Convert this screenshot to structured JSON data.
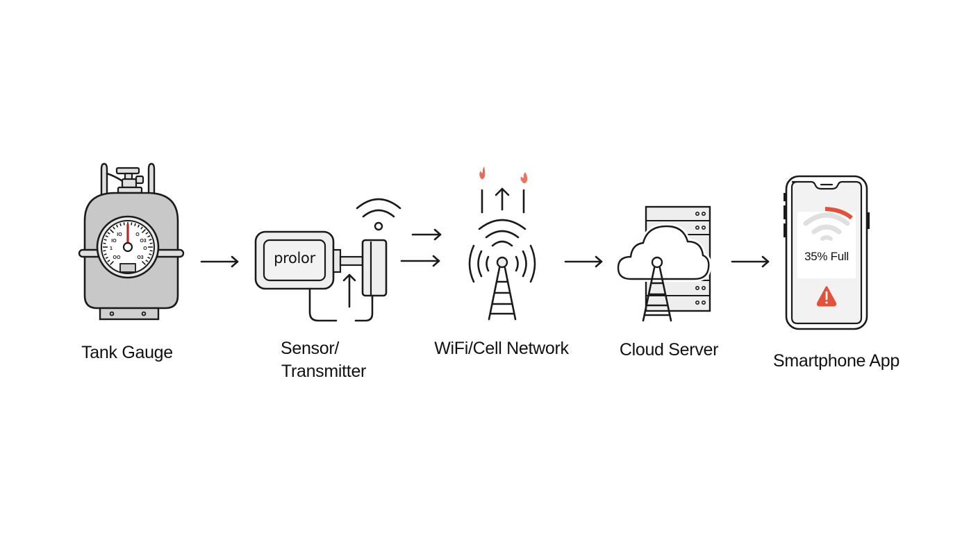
{
  "diagram": {
    "type": "flow",
    "stages": [
      {
        "id": "tank-gauge",
        "label": "Tank Gauge",
        "icon": "propane-tank-gauge-icon"
      },
      {
        "id": "sensor-transmitter",
        "label_line1": "Sensor/",
        "label_line2": "Transmitter",
        "icon": "sensor-transmitter-icon",
        "device_brand": "prolor"
      },
      {
        "id": "network",
        "label": "WiFi/Cell Network",
        "icon": "cell-tower-icon"
      },
      {
        "id": "cloud-server",
        "label": "Cloud Server",
        "icon": "cloud-server-icon"
      },
      {
        "id": "smartphone-app",
        "label": "Smartphone App",
        "icon": "smartphone-icon",
        "app_reading": "35% Full",
        "level_percent": 35,
        "alert": "warning-icon"
      }
    ],
    "connections": [
      {
        "from": "tank-gauge",
        "to": "sensor-transmitter"
      },
      {
        "from": "sensor-transmitter",
        "to": "network"
      },
      {
        "from": "network",
        "to": "cloud-server"
      },
      {
        "from": "cloud-server",
        "to": "smartphone-app"
      }
    ],
    "colors": {
      "stroke": "#1a1a1a",
      "fill_light": "#eeeeee",
      "tank_fill": "#c8c8c8",
      "accent": "#e4513a"
    }
  }
}
